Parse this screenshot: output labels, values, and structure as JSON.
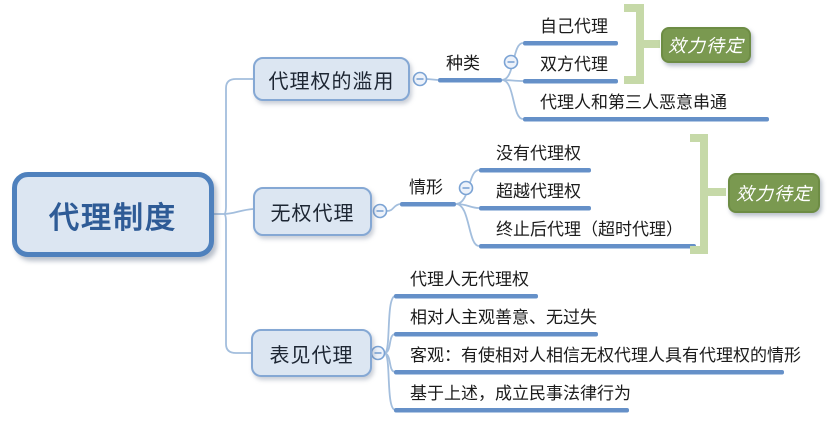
{
  "diagram": {
    "type": "mindmap",
    "root": {
      "label": "代理制度"
    },
    "branches": [
      {
        "label": "代理权的滥用",
        "group_label": "种类",
        "children": [
          "自己代理",
          "双方代理",
          "代理人和第三人恶意串通"
        ],
        "bracketed_children": [
          "自己代理",
          "双方代理"
        ],
        "result": "效力待定"
      },
      {
        "label": "无权代理",
        "group_label": "情形",
        "children": [
          "没有代理权",
          "超越代理权",
          "终止后代理（超时代理）"
        ],
        "bracketed_children": [
          "没有代理权",
          "超越代理权",
          "终止后代理（超时代理）"
        ],
        "result": "效力待定"
      },
      {
        "label": "表见代理",
        "children": [
          "代理人无代理权",
          "相对人主观善意、无过失",
          "客观：有使相对人相信无权代理人具有代理权的情形",
          "基于上述，成立民事法律行为"
        ]
      }
    ],
    "colors": {
      "node_fill": "#dce6f2",
      "root_border": "#4f81bd",
      "root_text": "#2e5b96",
      "branch_border": "#85a8d4",
      "connector_line": "#a3bedd",
      "topic_bar": "#6590c8",
      "bracket": "#c6d9a8",
      "badge_fill": "#7a9950",
      "badge_border": "#6d8c44",
      "badge_text": "#ffffff",
      "leaf_text": "#1b1b1b"
    }
  }
}
